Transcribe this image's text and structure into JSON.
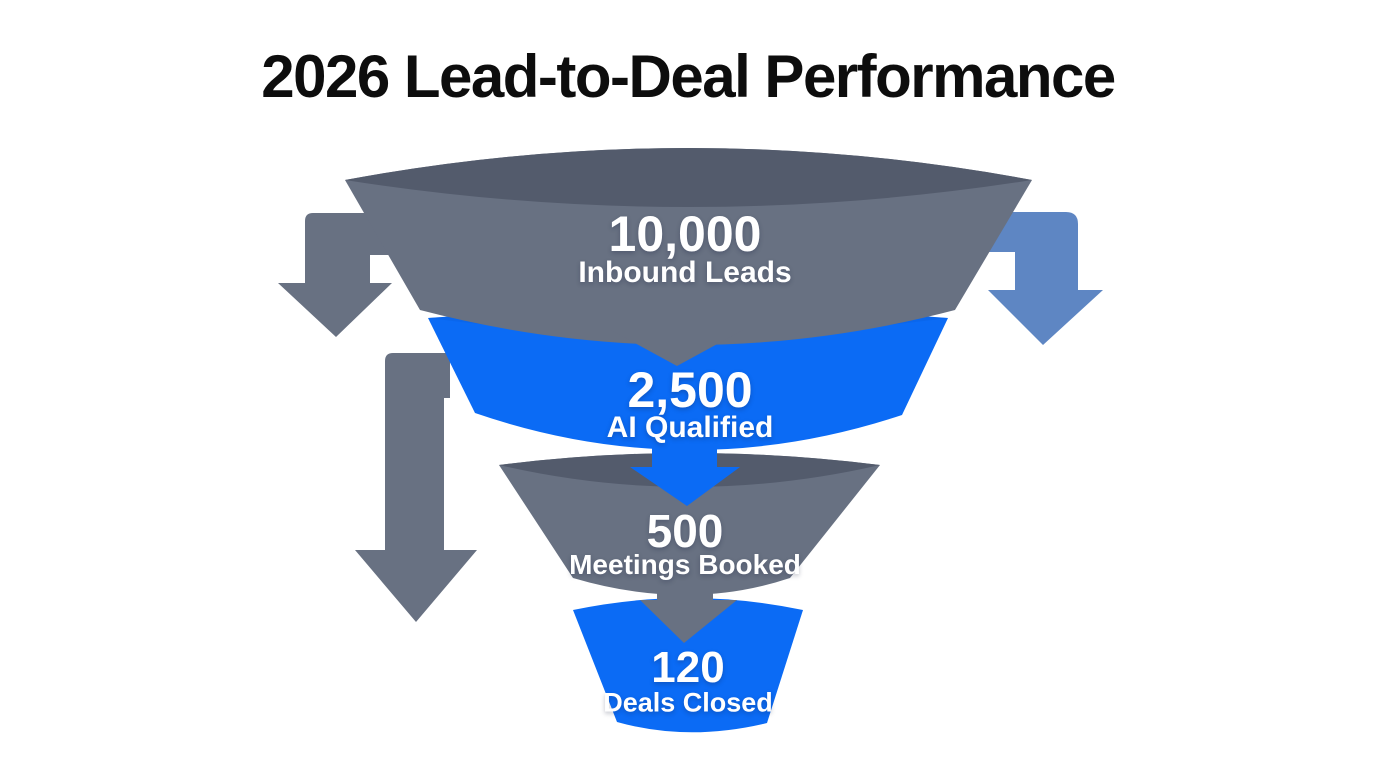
{
  "title": "2026 Lead-to-Deal Performance",
  "colors": {
    "background": "#ffffff",
    "title_text": "#0d0d0d",
    "funnel_gray": "#687182",
    "funnel_gray_rim": "#535b6c",
    "funnel_blue": "#0b6bf5",
    "funnel_blue_rim": "#0a5ede",
    "side_arrow_gray": "#687182",
    "side_arrow_blue": "#5e86c3",
    "stage_text": "#ffffff"
  },
  "stages": [
    {
      "value": 10000,
      "value_text": "10,000",
      "label": "Inbound Leads",
      "color": "#687182"
    },
    {
      "value": 2500,
      "value_text": "2,500",
      "label": "AI Qualified",
      "color": "#0b6bf5"
    },
    {
      "value": 500,
      "value_text": "500",
      "label": "Meetings Booked",
      "color": "#687182"
    },
    {
      "value": 120,
      "value_text": "120",
      "label": "Deals Closed",
      "color": "#0b6bf5"
    }
  ],
  "chart_data": {
    "type": "funnel",
    "title": "2026 Lead-to-Deal Performance",
    "categories": [
      "Inbound Leads",
      "AI Qualified",
      "Meetings Booked",
      "Deals Closed"
    ],
    "values": [
      10000,
      2500,
      500,
      120
    ],
    "orientation": "top-down",
    "legend": false,
    "notes": "Alternating slate-gray and bright-blue 3D funnel segments with downward connector arrows between stages and decorative drop-off arrows on the sides"
  }
}
